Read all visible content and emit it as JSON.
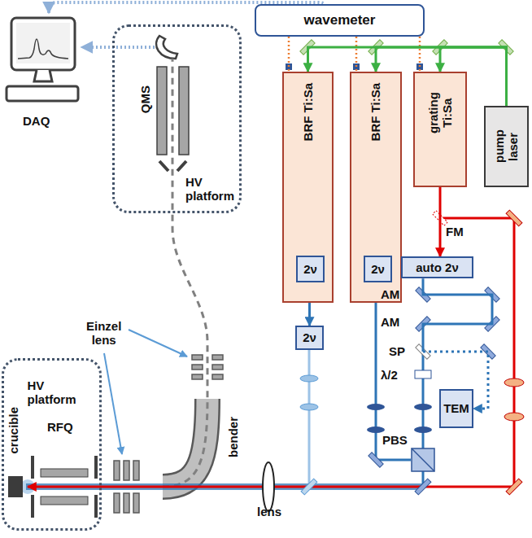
{
  "diagram": {
    "nodes": [
      {
        "text": [
          "wavemeter"
        ]
      },
      {
        "text": [
          "HV platform"
        ]
      },
      {
        "text": [
          "BRF Ti:Sa"
        ]
      },
      {
        "text": [
          "2ν"
        ],
        "in": 2
      },
      {
        "text": [
          "BRF Ti:Sa"
        ]
      },
      {
        "text": [
          "2ν"
        ],
        "in": 4
      },
      {
        "text": [
          "grating Ti:Sa"
        ]
      },
      {
        "text": [
          "pump laser"
        ]
      },
      {
        "text": [
          "auto 2ν"
        ]
      },
      {
        "text": [
          "2ν"
        ]
      },
      {
        "text": [
          "TEM"
        ]
      },
      {
        "text": [
          "HV platform"
        ]
      }
    ],
    "edges": [
      {
        "from": 0,
        "to": 2,
        "arrow": "none"
      },
      {
        "from": 0,
        "to": 4,
        "arrow": "none"
      },
      {
        "from": 0,
        "to": 6,
        "arrow": "none"
      },
      {
        "from": 7,
        "to": 6,
        "arrow": "to"
      },
      {
        "from": 7,
        "to": 4,
        "arrow": "to"
      },
      {
        "from": 7,
        "to": 2,
        "arrow": "to"
      },
      {
        "from": 6,
        "to": 8,
        "arrow": "to"
      },
      {
        "from": 2,
        "to": 9,
        "arrow": "to"
      },
      {
        "from": 8,
        "to": 10,
        "arrow": "to"
      }
    ],
    "labels": [
      "DAQ",
      "QMS",
      "FM",
      "AM",
      "AM",
      "SP",
      "λ/2",
      "PBS",
      "Einzel lens",
      "bender",
      "RFQ",
      "crucible",
      "lens"
    ]
  }
}
